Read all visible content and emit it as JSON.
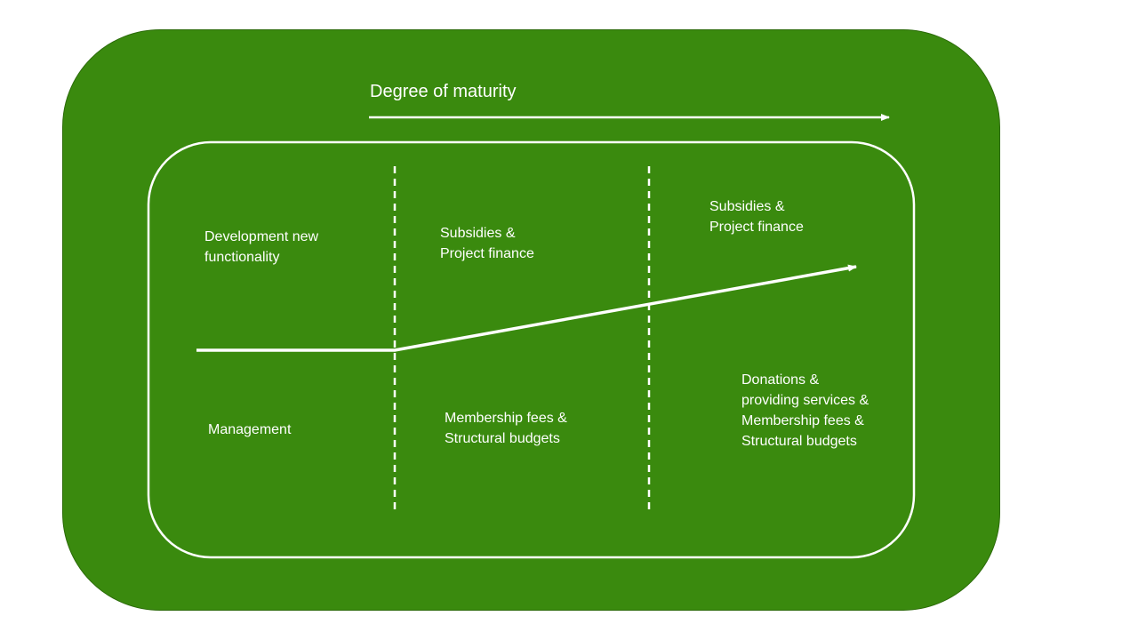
{
  "colors": {
    "background_green": "#3a8a0e",
    "line_white": "#ffffff"
  },
  "header": {
    "title": "Degree of maturity"
  },
  "top_row": {
    "col1": "Development new\nfunctionality",
    "col2": "Subsidies &\nProject finance",
    "col3": "Subsidies &\nProject finance"
  },
  "bottom_row": {
    "col1": "Management",
    "col2": "Membership fees &\nStructural budgets",
    "col3": "Donations &\nproviding services &\nMembership fees &\nStructural budgets"
  }
}
